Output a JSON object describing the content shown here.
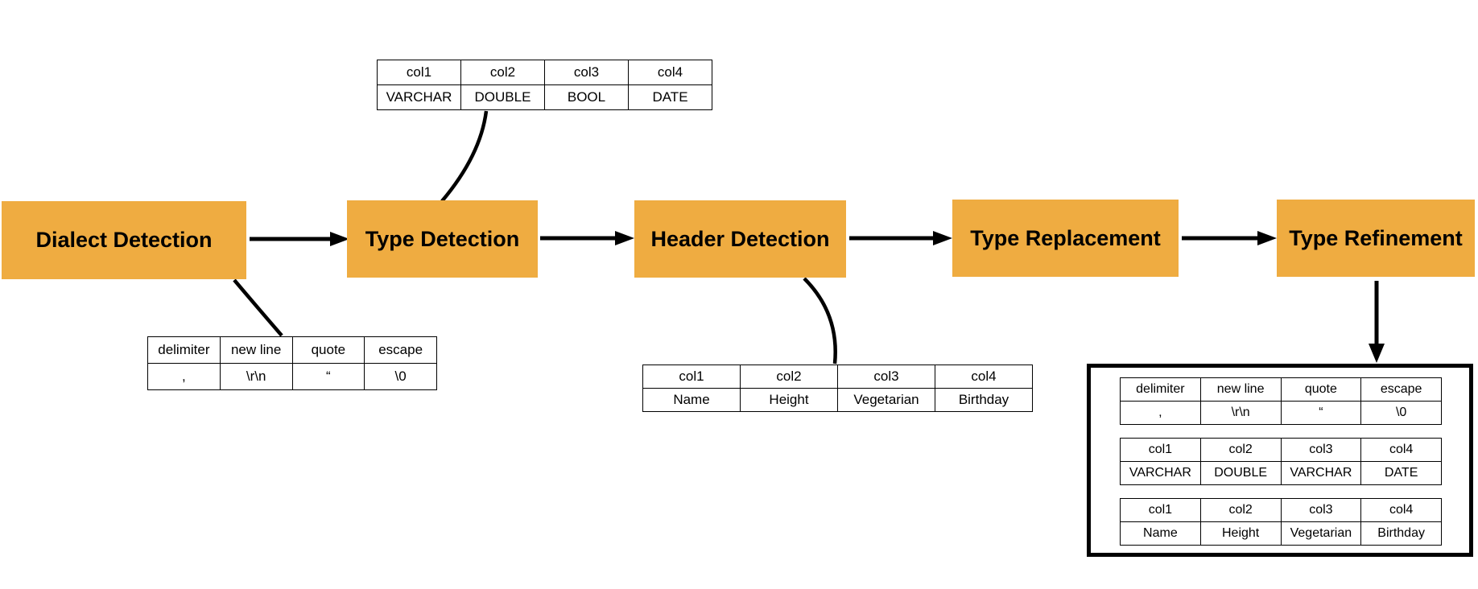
{
  "diagram": {
    "accent_color": "#EFAC41",
    "line_color": "#000000",
    "stages": [
      {
        "label": "Dialect Detection"
      },
      {
        "label": "Type Detection"
      },
      {
        "label": "Header Detection"
      },
      {
        "label": "Type Replacement"
      },
      {
        "label": "Type Refinement"
      }
    ]
  },
  "tables": {
    "type_output": {
      "headers": [
        "col1",
        "col2",
        "col3",
        "col4"
      ],
      "row": [
        "VARCHAR",
        "DOUBLE",
        "BOOL",
        "DATE"
      ]
    },
    "dialect_output": {
      "headers": [
        "delimiter",
        "new line",
        "quote",
        "escape"
      ],
      "row": [
        ",",
        "\\r\\n",
        "“",
        "\\0"
      ]
    },
    "header_output": {
      "headers": [
        "col1",
        "col2",
        "col3",
        "col4"
      ],
      "row": [
        "Name",
        "Height",
        "Vegetarian",
        "Birthday"
      ]
    },
    "result": {
      "dialect": {
        "headers": [
          "delimiter",
          "new line",
          "quote",
          "escape"
        ],
        "row": [
          ",",
          "\\r\\n",
          "“",
          "\\0"
        ]
      },
      "types": {
        "headers": [
          "col1",
          "col2",
          "col3",
          "col4"
        ],
        "row": [
          "VARCHAR",
          "DOUBLE",
          "VARCHAR",
          "DATE"
        ]
      },
      "header": {
        "headers": [
          "col1",
          "col2",
          "col3",
          "col4"
        ],
        "row": [
          "Name",
          "Height",
          "Vegetarian",
          "Birthday"
        ]
      }
    }
  }
}
